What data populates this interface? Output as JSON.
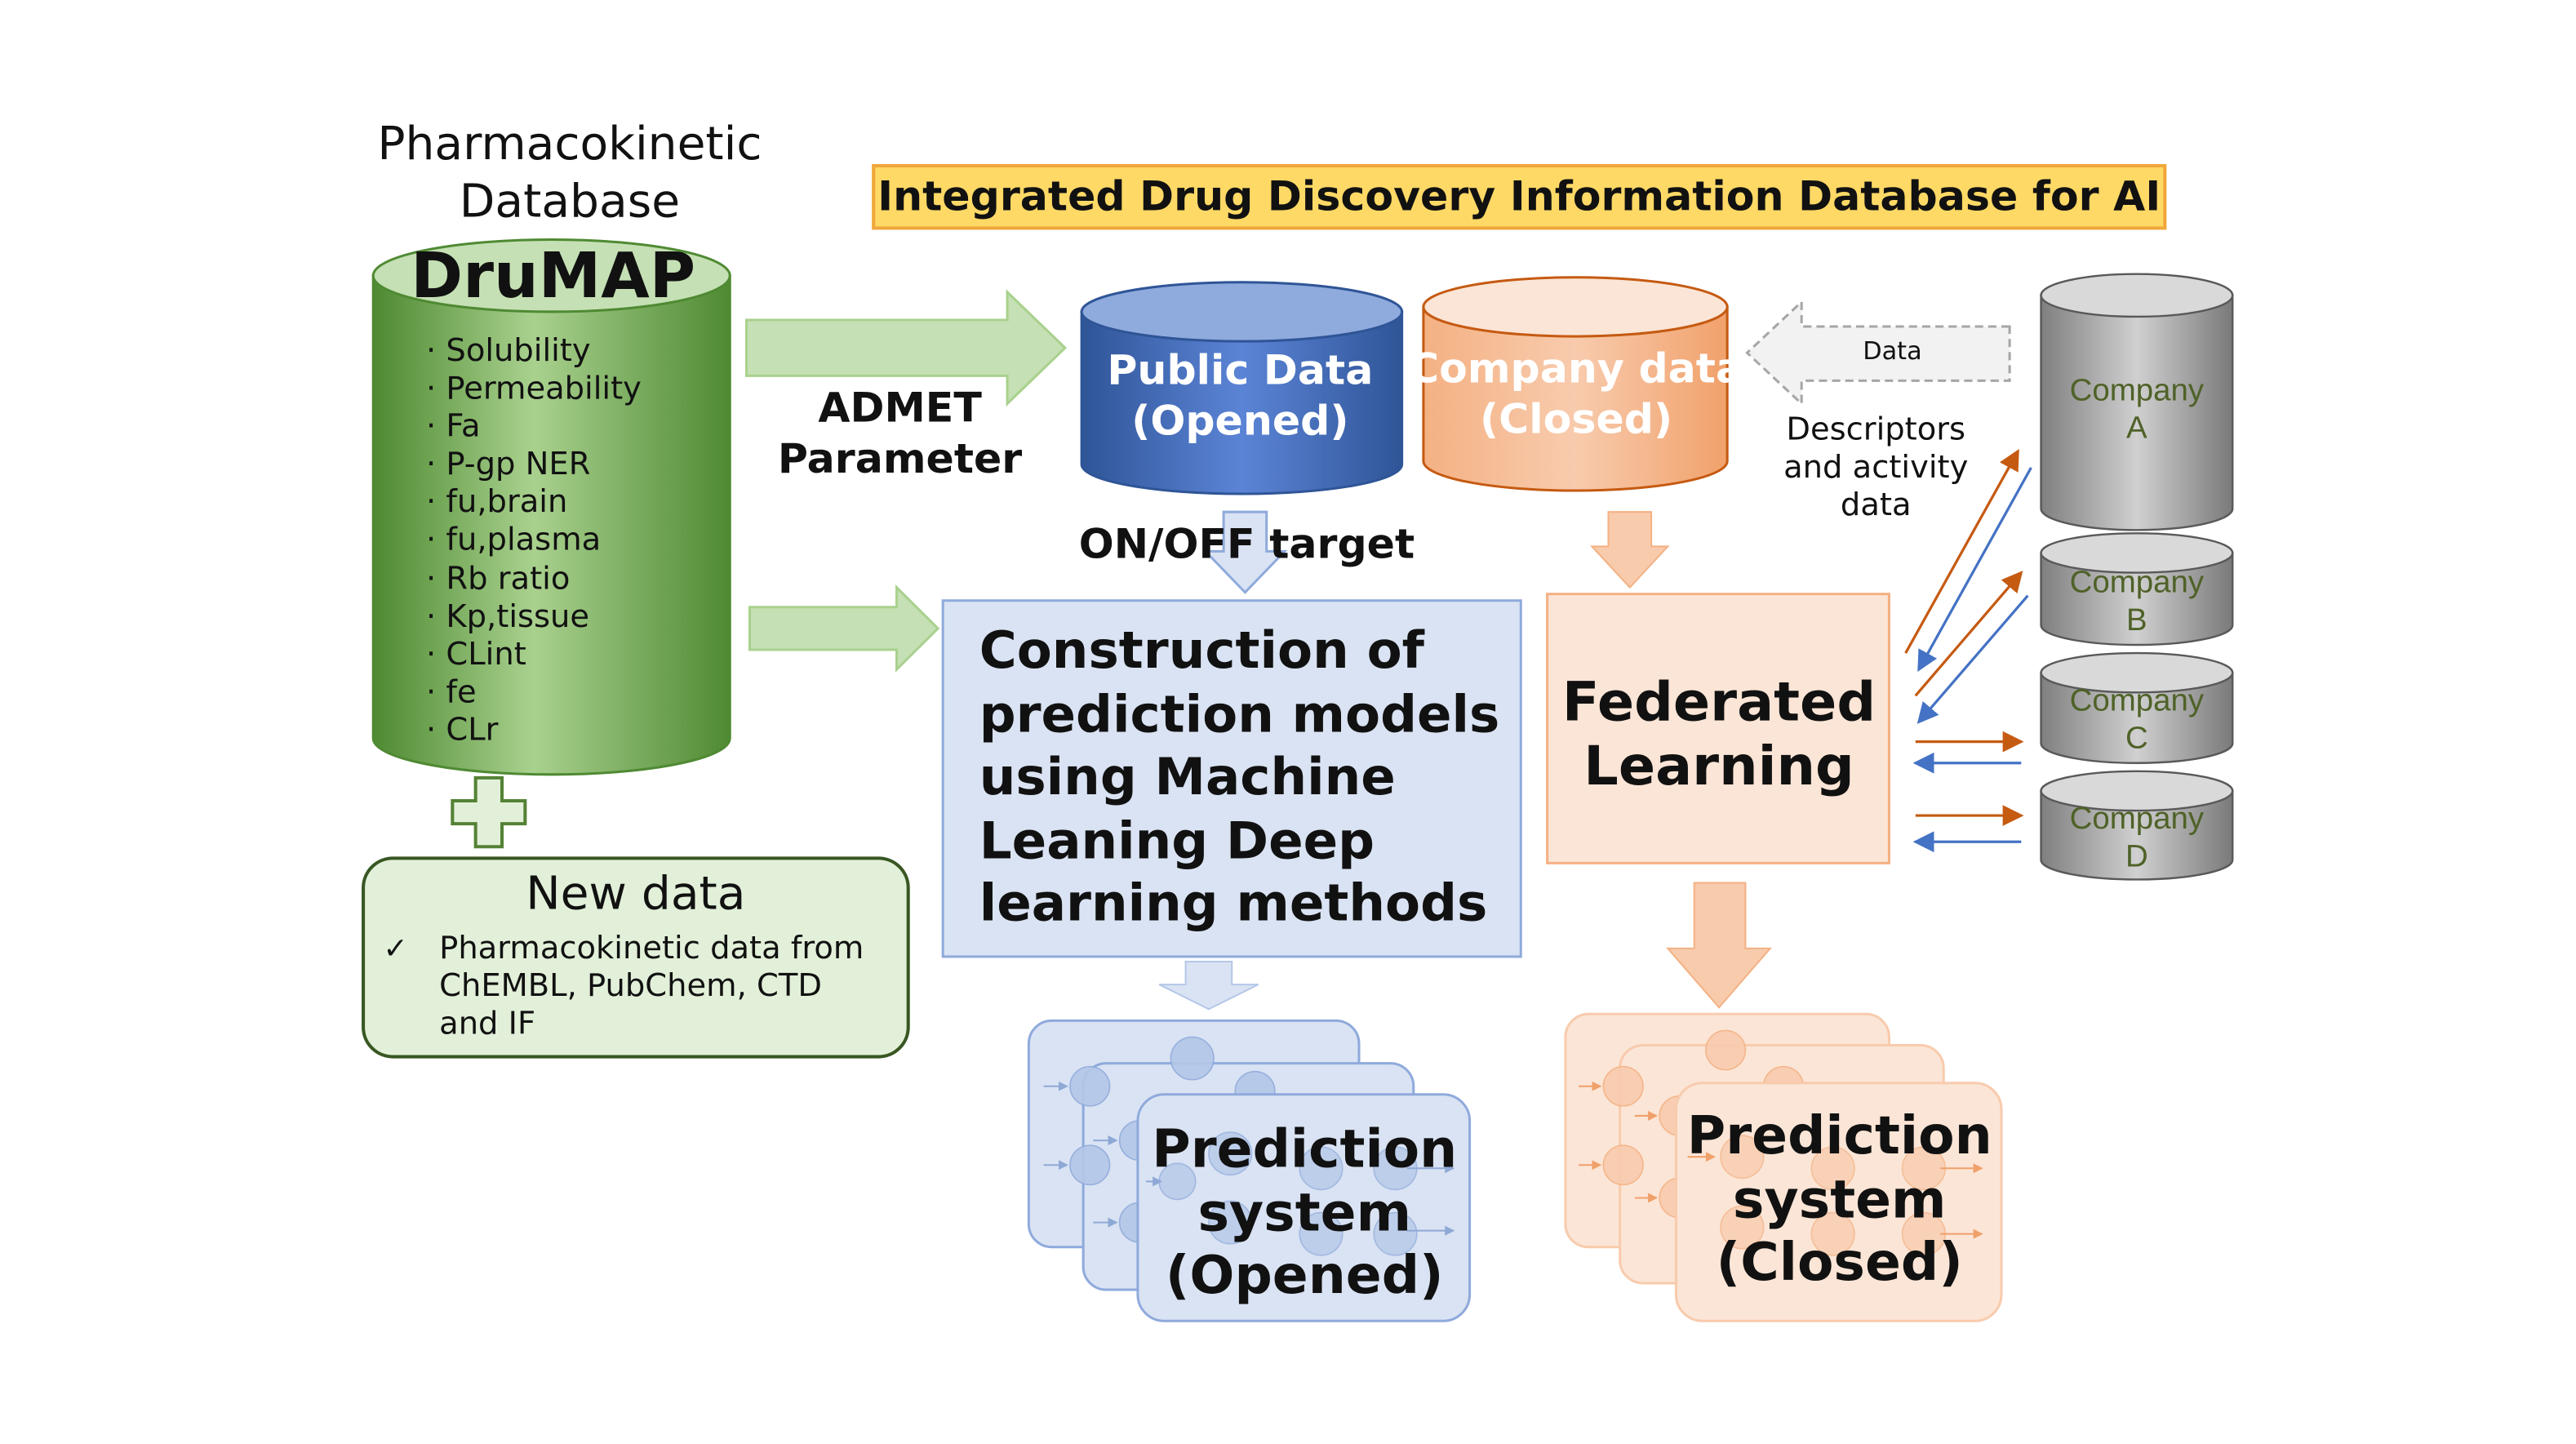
{
  "pk_database": {
    "title": "Pharmacokinetic Database",
    "name": "DruMAP",
    "parameters": [
      "Solubility",
      "Permeability",
      "Fa",
      "P-gp NER",
      "fu,brain",
      "fu,plasma",
      "Rb ratio",
      "Kp,tissue",
      "CLint",
      "fe",
      "CLr"
    ]
  },
  "banner": "Integrated Drug Discovery Information Database for AI",
  "public_db": {
    "line1": "Public Data",
    "line2": "(Opened)"
  },
  "company_db": {
    "line1": "Company data",
    "line2": "(Closed)"
  },
  "admet": {
    "line1": "ADMET",
    "line2": "Parameter"
  },
  "onoff_target": "ON/OFF target",
  "data_arrow_label": "Data",
  "descriptors": {
    "line1": "Descriptors",
    "line2": "and activity",
    "line3": "data"
  },
  "construction": {
    "lines": [
      "Construction of",
      "prediction models",
      "using Machine",
      "Leaning Deep",
      "learning methods"
    ]
  },
  "federated": {
    "line1": "Federated",
    "line2": "Learning"
  },
  "new_data": {
    "title": "New data",
    "check": "✓",
    "lines": [
      "Pharmacokinetic data from",
      "ChEMBL, PubChem, CTD",
      "and IF"
    ]
  },
  "prediction_opened": {
    "line1": "Prediction",
    "line2": "system",
    "line3": "(Opened)"
  },
  "prediction_closed": {
    "line1": "Prediction",
    "line2": "system",
    "line3": "(Closed)"
  },
  "companies": [
    {
      "line1": "Company",
      "line2": "A"
    },
    {
      "line1": "Company",
      "line2": "B"
    },
    {
      "line1": "Company",
      "line2": "C"
    },
    {
      "line1": "Company",
      "line2": "D"
    }
  ],
  "colors": {
    "green_db": "#70ad47",
    "public_blue": "#4472c4",
    "company_orange": "#f4b183",
    "banner_yellow": "#ffd966",
    "construction_fill": "#dae3f3",
    "federated_fill": "#fbe5d6",
    "arrow_orange": "#c55a11",
    "arrow_blue": "#4472c4"
  }
}
